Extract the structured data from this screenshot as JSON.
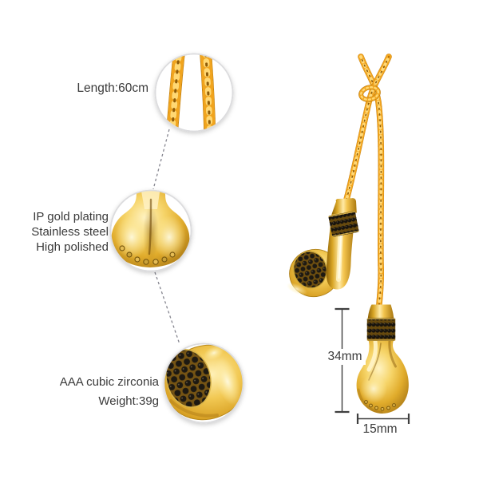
{
  "annotations": {
    "length": "Length:60cm",
    "materials": [
      "IP gold plating",
      "Stainless steel",
      "High polished"
    ],
    "stone": "AAA cubic zirconia",
    "weight": "Weight:39g"
  },
  "measurements": {
    "pendant_height": "34mm",
    "pendant_width": "15mm"
  },
  "colors": {
    "background": "#ffffff",
    "text": "#3a3a3a",
    "measure_line": "#3f3f3f",
    "callout_dash": "#85858f",
    "circle_ring": "#d6d6d8",
    "gold_highlight": "#ffe9a0",
    "gold_light": "#ffd978",
    "gold_mid": "#f0a41e",
    "gold_deep": "#c8921a",
    "gold_shadow": "#8f6408",
    "band_base": "#66490e",
    "zirconia_black": "#1d1912"
  }
}
